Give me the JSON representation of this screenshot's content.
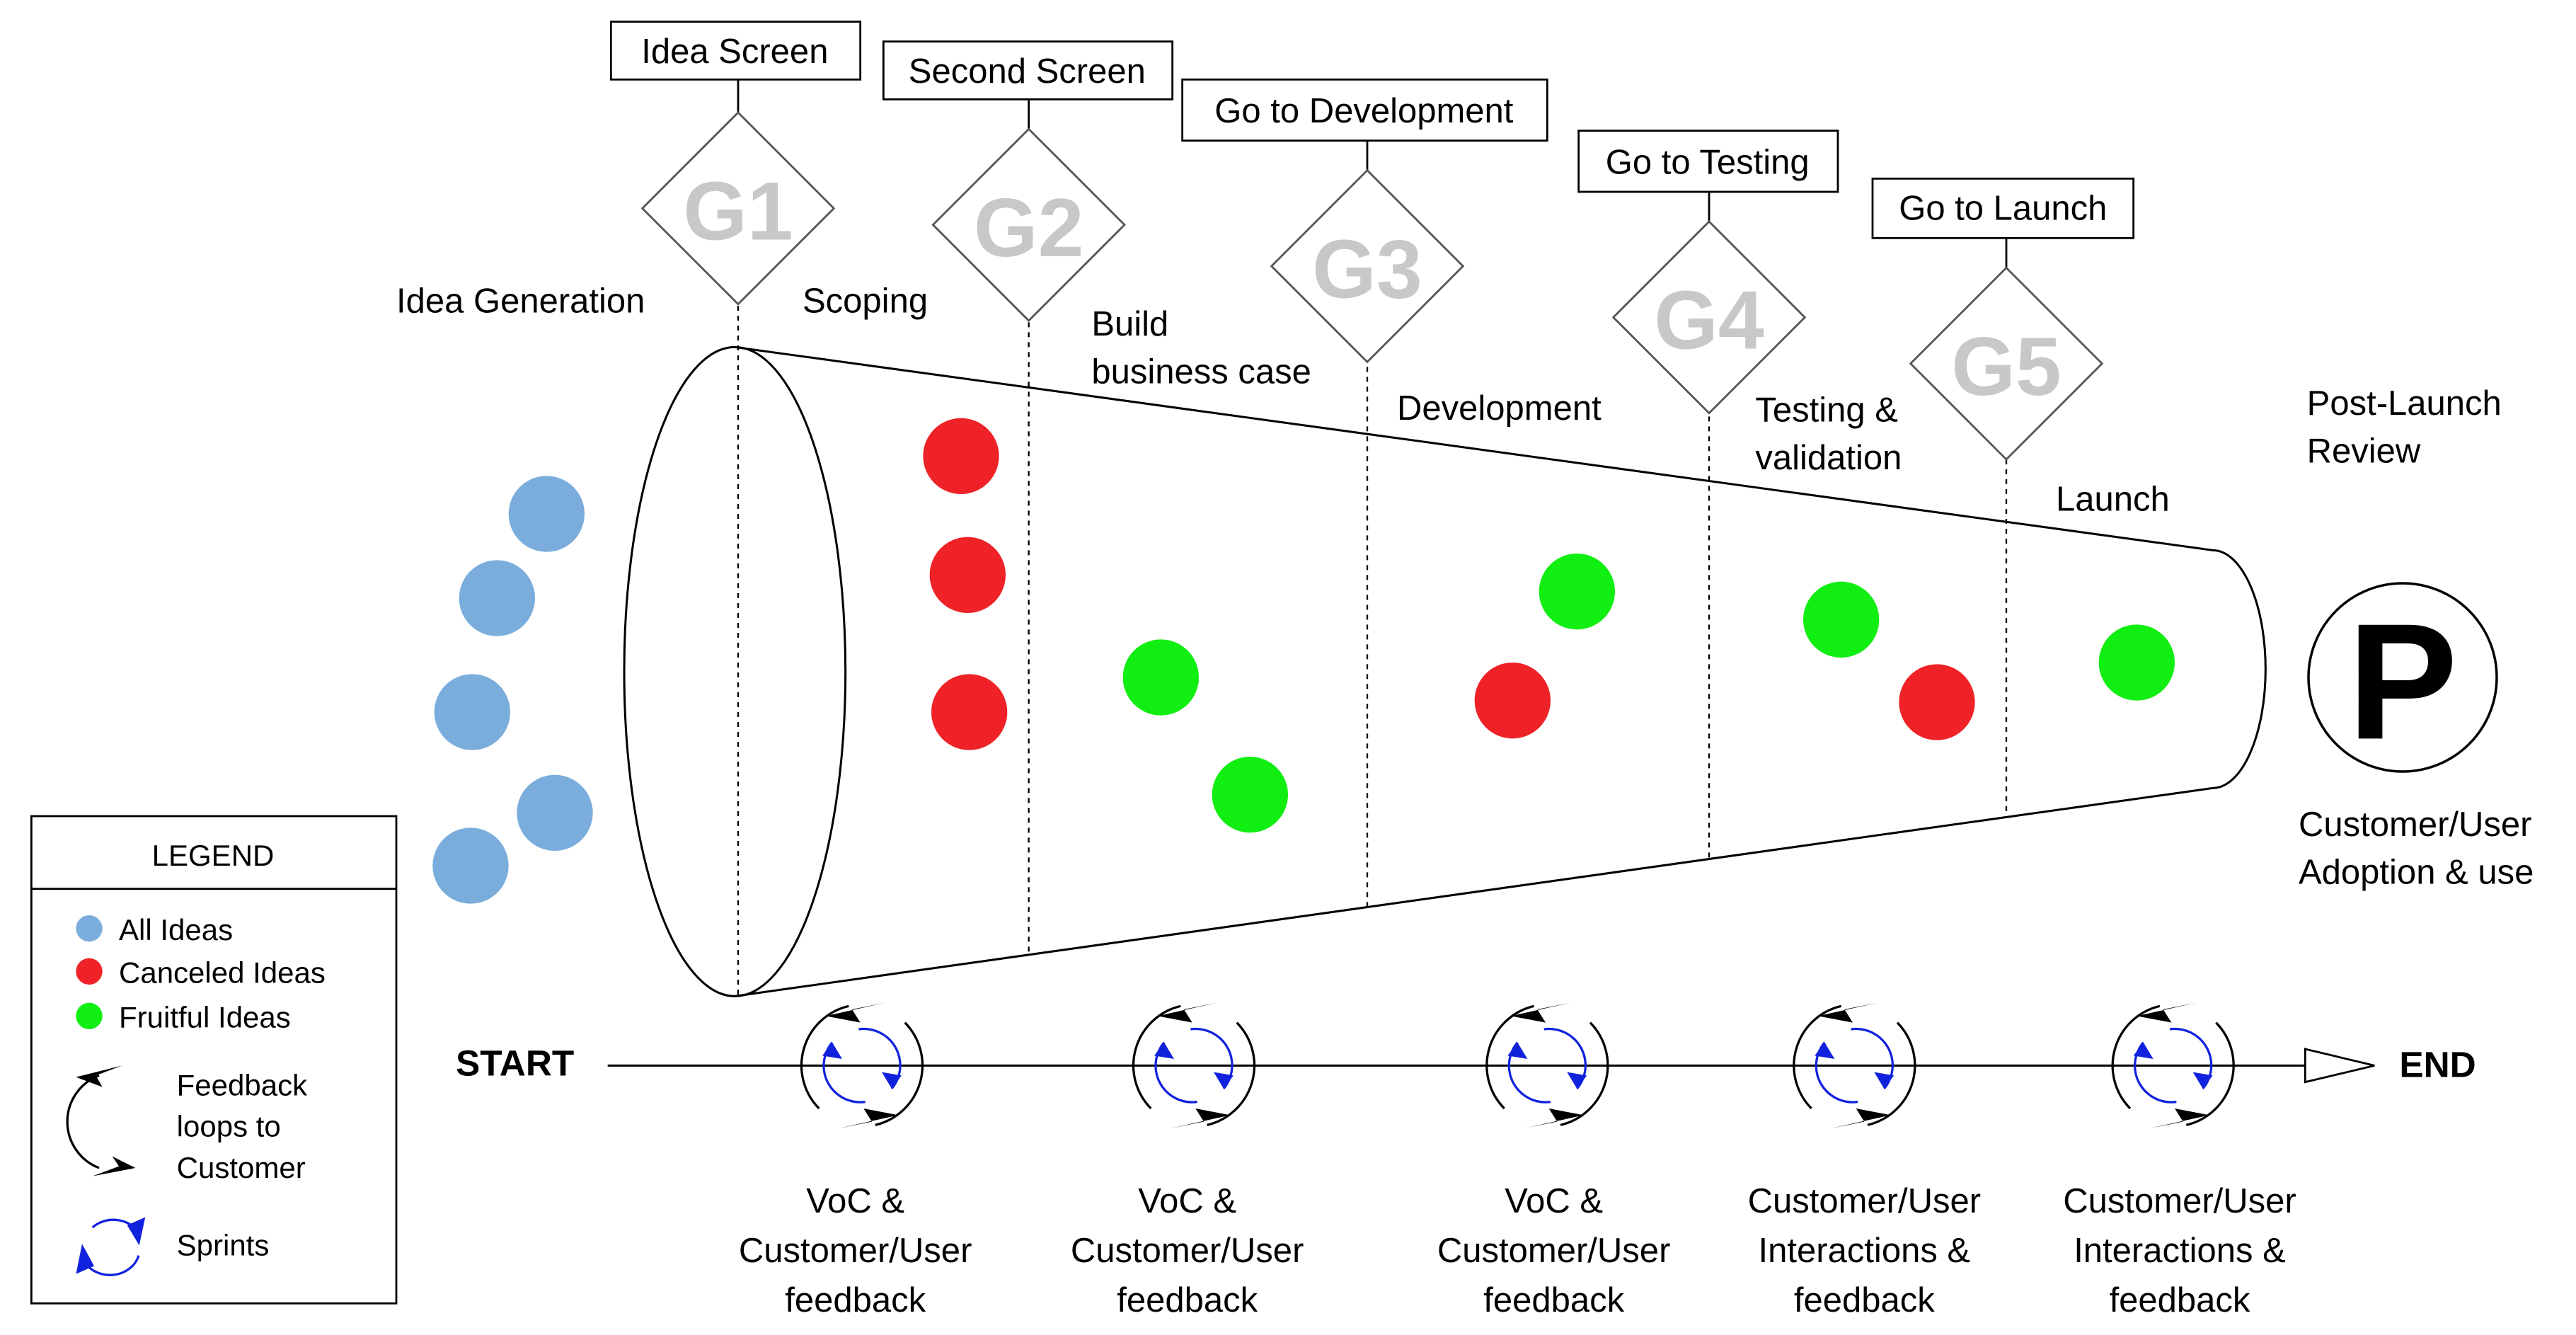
{
  "gates": [
    {
      "id": "G1",
      "box_label": "Idea Screen"
    },
    {
      "id": "G2",
      "box_label": "Second Screen"
    },
    {
      "id": "G3",
      "box_label": "Go to Development"
    },
    {
      "id": "G4",
      "box_label": "Go to Testing"
    },
    {
      "id": "G5",
      "box_label": "Go to Launch"
    }
  ],
  "stages": {
    "idea_generation": [
      "Idea Generation"
    ],
    "scoping": [
      "Scoping"
    ],
    "business_case": [
      "Build",
      "business case"
    ],
    "development": [
      "Development"
    ],
    "testing": [
      "Testing &",
      "validation"
    ],
    "launch": [
      "Launch"
    ],
    "post_launch": [
      "Post-Launch",
      "Review"
    ]
  },
  "adoption": {
    "symbol": "P",
    "caption": [
      "Customer/User",
      "Adoption & use"
    ]
  },
  "timeline": {
    "start_label": "START",
    "end_label": "END"
  },
  "feedback_labels": [
    [
      "VoC &",
      "Customer/User",
      "feedback"
    ],
    [
      "VoC &",
      "Customer/User",
      "feedback"
    ],
    [
      "VoC &",
      "Customer/User",
      "feedback"
    ],
    [
      "Customer/User",
      "Interactions &",
      "feedback"
    ],
    [
      "Customer/User",
      "Interactions &",
      "feedback"
    ]
  ],
  "legend": {
    "title": "LEGEND",
    "all_ideas": "All Ideas",
    "canceled_ideas": "Canceled Ideas",
    "fruitful_ideas": "Fruitful Ideas",
    "feedback_loops": [
      "Feedback",
      "loops to",
      "Customer"
    ],
    "sprints": "Sprints"
  },
  "colors": {
    "all_ideas": "#7aaddc",
    "canceled": "#ee2227",
    "fruitful": "#11ee11",
    "sprint": "#1122dd",
    "gate_letter": "#c8c8c8"
  }
}
